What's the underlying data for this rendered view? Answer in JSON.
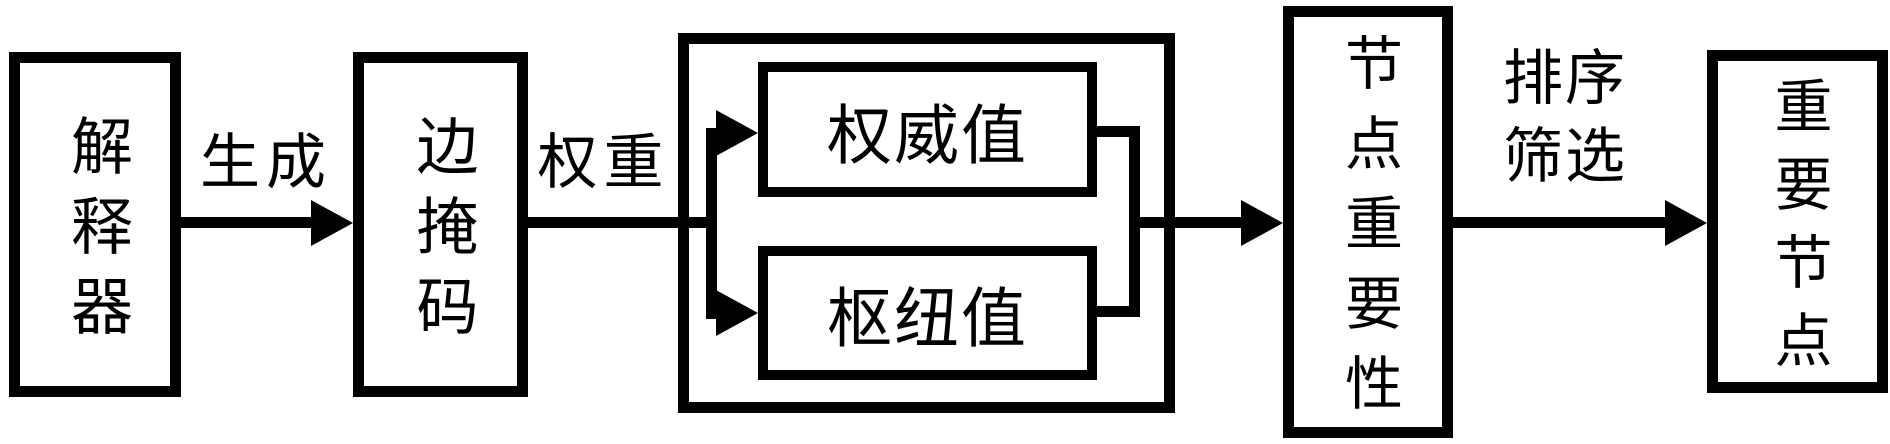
{
  "nodes": {
    "interpreter": {
      "label": "解释器"
    },
    "edge_mask": {
      "label": "边掩码"
    },
    "authority": {
      "label": "权威值"
    },
    "hub": {
      "label": "枢纽值"
    },
    "node_importance": {
      "label": "节点重要性"
    },
    "important_nodes": {
      "label": "重要节点"
    }
  },
  "edge_labels": {
    "generate": "生成",
    "weight": "权重",
    "rank_line1": "排序",
    "rank_line2": "筛选"
  },
  "edges": [
    {
      "from": "interpreter",
      "to": "edge_mask",
      "label": "生成"
    },
    {
      "from": "edge_mask",
      "to": "hits_group",
      "label": "权重"
    },
    {
      "from": "hits_group_input",
      "to": "authority",
      "label": ""
    },
    {
      "from": "hits_group_input",
      "to": "hub",
      "label": ""
    },
    {
      "from": "authority_and_hub",
      "to": "node_importance",
      "label": ""
    },
    {
      "from": "node_importance",
      "to": "important_nodes",
      "label": "排序筛选"
    }
  ],
  "colors": {
    "stroke": "#000000",
    "background": "#ffffff"
  }
}
